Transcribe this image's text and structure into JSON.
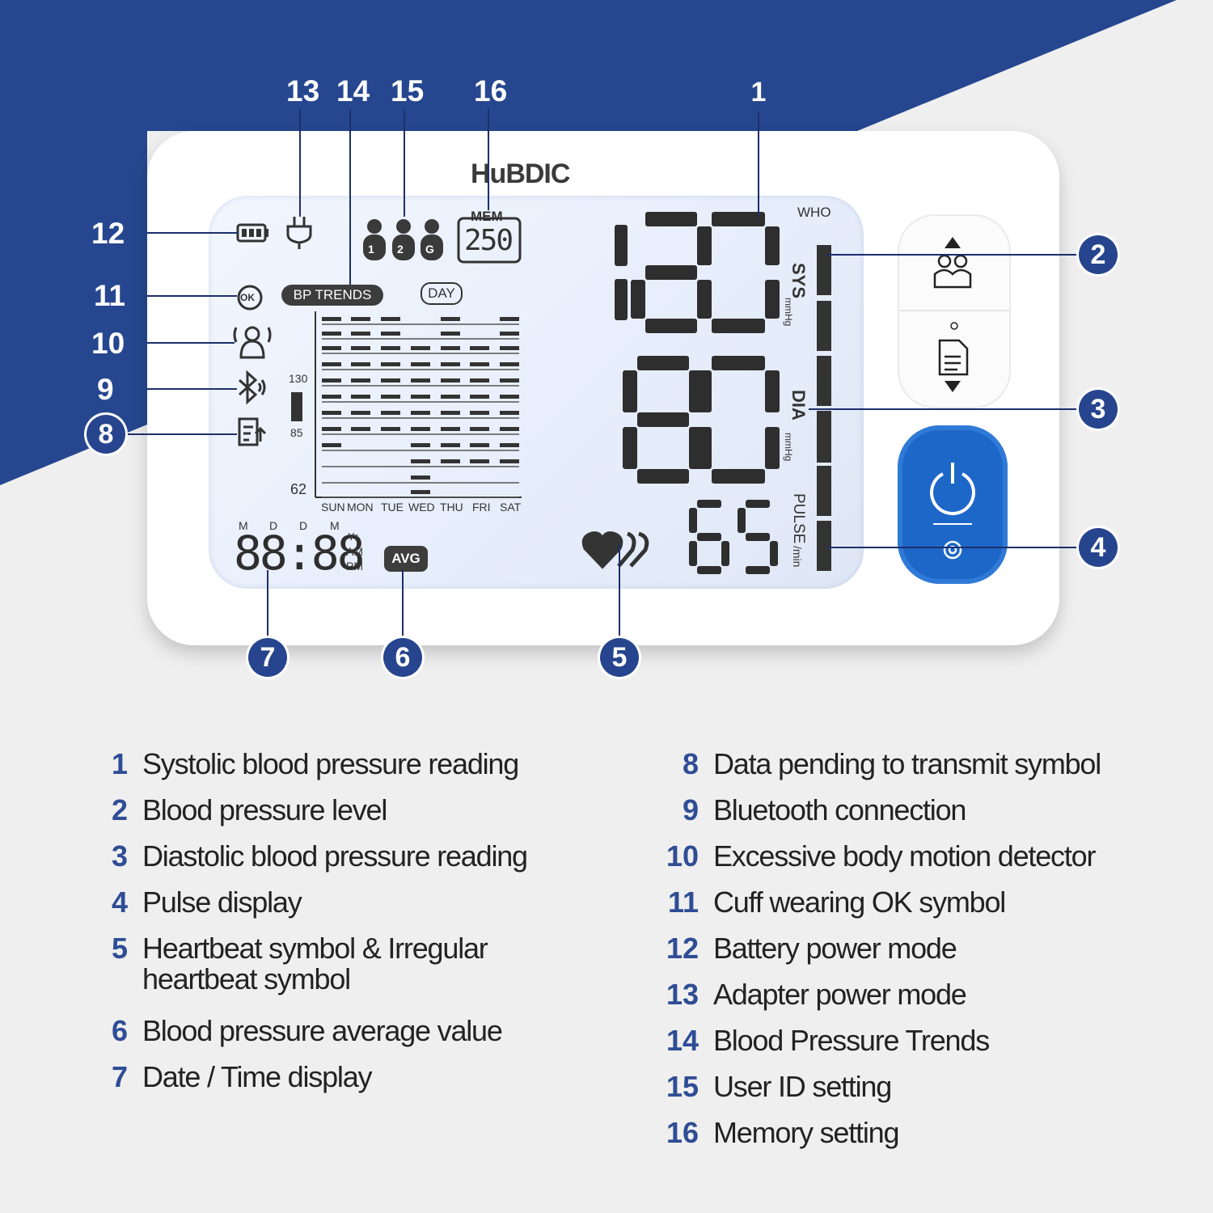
{
  "brand": "HuBDIC",
  "callouts": {
    "top": [
      "13",
      "14",
      "15",
      "16"
    ],
    "top_right": "1",
    "left": [
      "12",
      "11",
      "10",
      "9",
      "8"
    ],
    "right": [
      "2",
      "3",
      "4"
    ],
    "bottom": [
      "7",
      "6",
      "5"
    ]
  },
  "lcd": {
    "bp_trends": "BP TRENDS",
    "day": "DAY",
    "mem": "MEM",
    "mem_value": "250",
    "who": "WHO",
    "sys": "SYS",
    "sys_unit": "mmHg",
    "dia": "DIA",
    "dia_unit": "mmHg",
    "pulse": "PULSE",
    "pulse_unit": "/min",
    "systolic": "120",
    "diastolic": "80",
    "pulse_value": "65",
    "avg": "AVG",
    "date_time": "88:88",
    "date_letters": [
      "M",
      "D",
      "D",
      "M"
    ],
    "time_labels": [
      "Yr",
      "AM",
      "PM"
    ],
    "trend_axis": [
      "130",
      "85",
      "62"
    ],
    "weekdays": [
      "SUN",
      "MON",
      "TUE",
      "WED",
      "THU",
      "FRI",
      "SAT"
    ],
    "users": [
      "1",
      "2",
      "G"
    ],
    "ok_label": "OK"
  },
  "legend_left": [
    {
      "num": "1",
      "text": "Systolic blood pressure reading"
    },
    {
      "num": "2",
      "text": "Blood pressure level"
    },
    {
      "num": "3",
      "text": "Diastolic blood pressure reading"
    },
    {
      "num": "4",
      "text": "Pulse display"
    },
    {
      "num": "5",
      "text": "Heartbeat symbol & Irregular",
      "text2": "heartbeat symbol"
    },
    {
      "num": "6",
      "text": "Blood pressure average value"
    },
    {
      "num": "7",
      "text": "Date / Time display"
    }
  ],
  "legend_right": [
    {
      "num": "8",
      "text": "Data pending to transmit symbol"
    },
    {
      "num": "9",
      "text": "Bluetooth connection"
    },
    {
      "num": "10",
      "text": "Excessive body motion detector"
    },
    {
      "num": "11",
      "text": "Cuff wearing OK symbol"
    },
    {
      "num": "12",
      "text": "Battery power mode"
    },
    {
      "num": "13",
      "text": "Adapter power mode"
    },
    {
      "num": "14",
      "text": "Blood Pressure Trends"
    },
    {
      "num": "15",
      "text": "User ID setting"
    },
    {
      "num": "16",
      "text": "Memory setting"
    }
  ],
  "colors": {
    "banner": "#26478f",
    "accent": "#2f4d95",
    "power": "#1d67c8"
  }
}
